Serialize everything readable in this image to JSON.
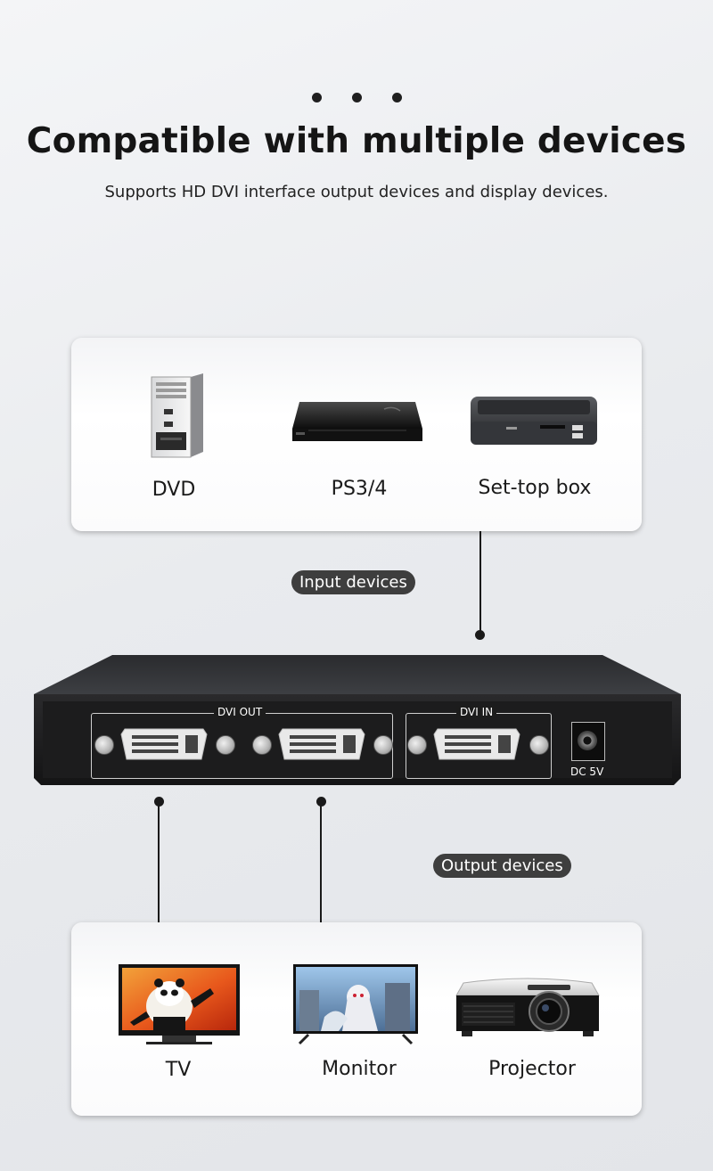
{
  "header": {
    "title": "Compatible with multiple devices",
    "subtitle": "Supports HD DVI interface output devices and display devices."
  },
  "input_devices": {
    "label": "Input devices",
    "items": [
      {
        "label": "DVD",
        "icon": "pc-tower-icon"
      },
      {
        "label": "PS3/4",
        "icon": "game-console-icon"
      },
      {
        "label": "Set-top box",
        "icon": "set-top-box-icon"
      }
    ]
  },
  "splitter": {
    "dvi_out_label": "DVI OUT",
    "dvi_in_label": "DVI IN",
    "power_label": "DC 5V"
  },
  "output_devices": {
    "label": "Output devices",
    "items": [
      {
        "label": "TV",
        "icon": "tv-icon"
      },
      {
        "label": "Monitor",
        "icon": "monitor-icon"
      },
      {
        "label": "Projector",
        "icon": "projector-icon"
      }
    ]
  },
  "colors": {
    "pill_background": "#3e3e3e",
    "device_body": "#1c1c1c",
    "accent_orange": "#e8581c"
  }
}
